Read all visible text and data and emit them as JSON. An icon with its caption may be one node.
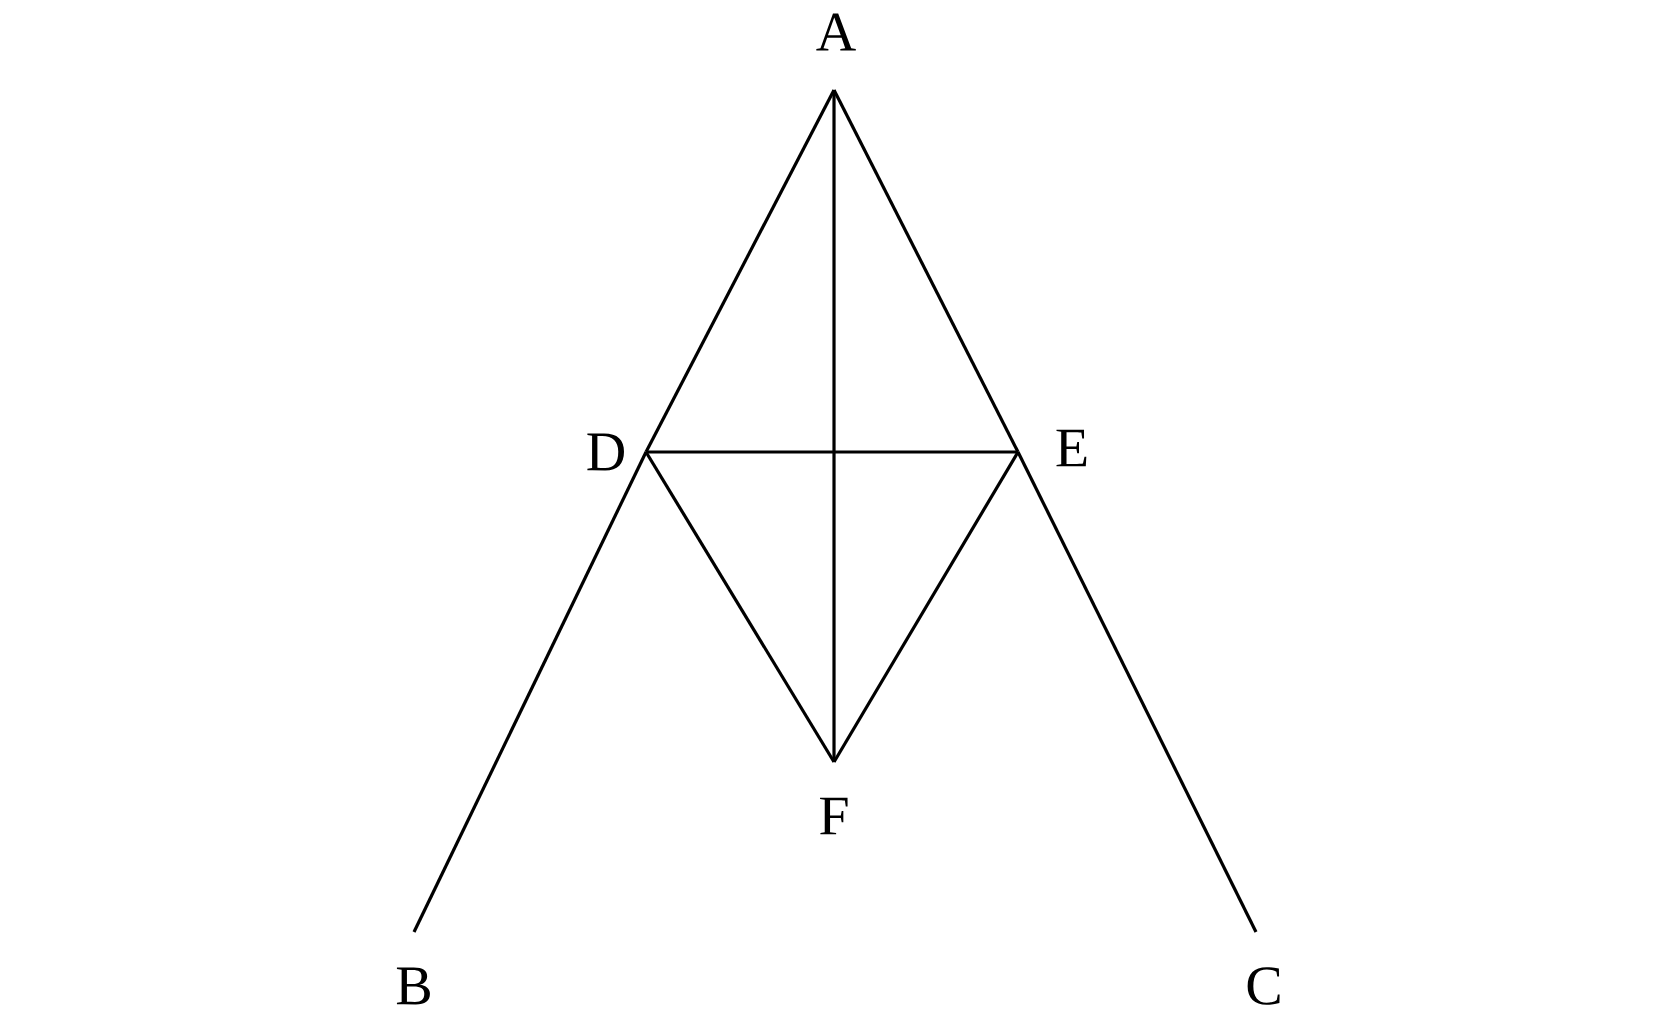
{
  "diagram": {
    "nodes": [
      {
        "text": [
          "A"
        ]
      },
      {
        "text": [
          "D"
        ]
      },
      {
        "text": [
          "E"
        ]
      },
      {
        "text": [
          "F"
        ]
      },
      {
        "text": [
          "B"
        ]
      },
      {
        "text": [
          "C"
        ]
      }
    ],
    "edges": [
      {
        "from": 0,
        "to": 1,
        "arrow": "none"
      },
      {
        "from": 1,
        "to": 4,
        "arrow": "none"
      },
      {
        "from": 0,
        "to": 2,
        "arrow": "none"
      },
      {
        "from": 2,
        "to": 5,
        "arrow": "none"
      },
      {
        "from": 1,
        "to": 2,
        "arrow": "none"
      },
      {
        "from": 0,
        "to": 3,
        "arrow": "none"
      },
      {
        "from": 1,
        "to": 3,
        "arrow": "none"
      },
      {
        "from": 2,
        "to": 3,
        "arrow": "none"
      }
    ]
  }
}
